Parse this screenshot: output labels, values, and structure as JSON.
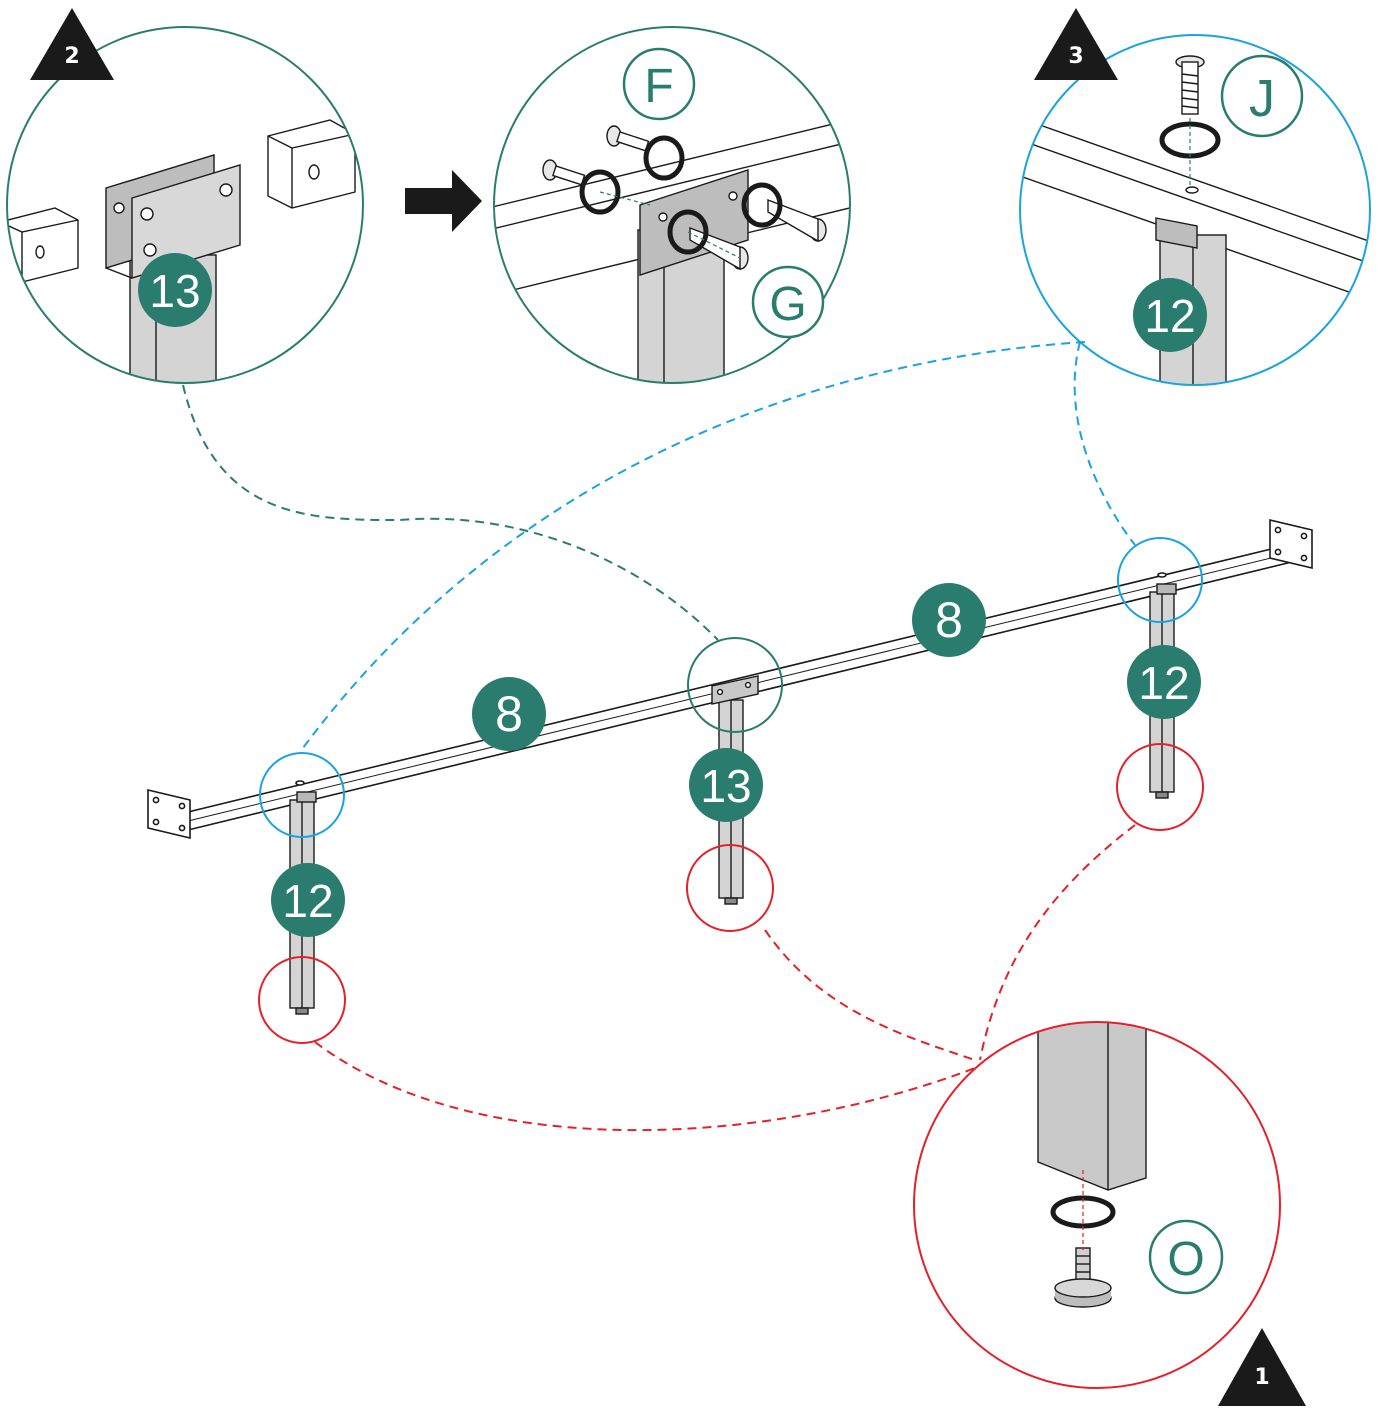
{
  "steps": {
    "step1": "1",
    "step2": "2",
    "step3": "3"
  },
  "parts": {
    "rail_left": "8",
    "rail_right": "8",
    "leg_left": "12",
    "leg_center": "13",
    "leg_right": "12",
    "detail2_leg": "13",
    "detail3_leg": "12",
    "bolt_f": "F",
    "bolt_g": "G",
    "bolt_j": "J",
    "foot_o": "O"
  },
  "colors": {
    "teal": "#2a7d6e",
    "blue": "#1aa3df",
    "red": "#e4202a",
    "metal": "#d4d4d4",
    "ink": "#1a1a1a"
  },
  "icons": {
    "arrow": "right-arrow-icon",
    "rotate": "rotate-arrow-icon"
  }
}
